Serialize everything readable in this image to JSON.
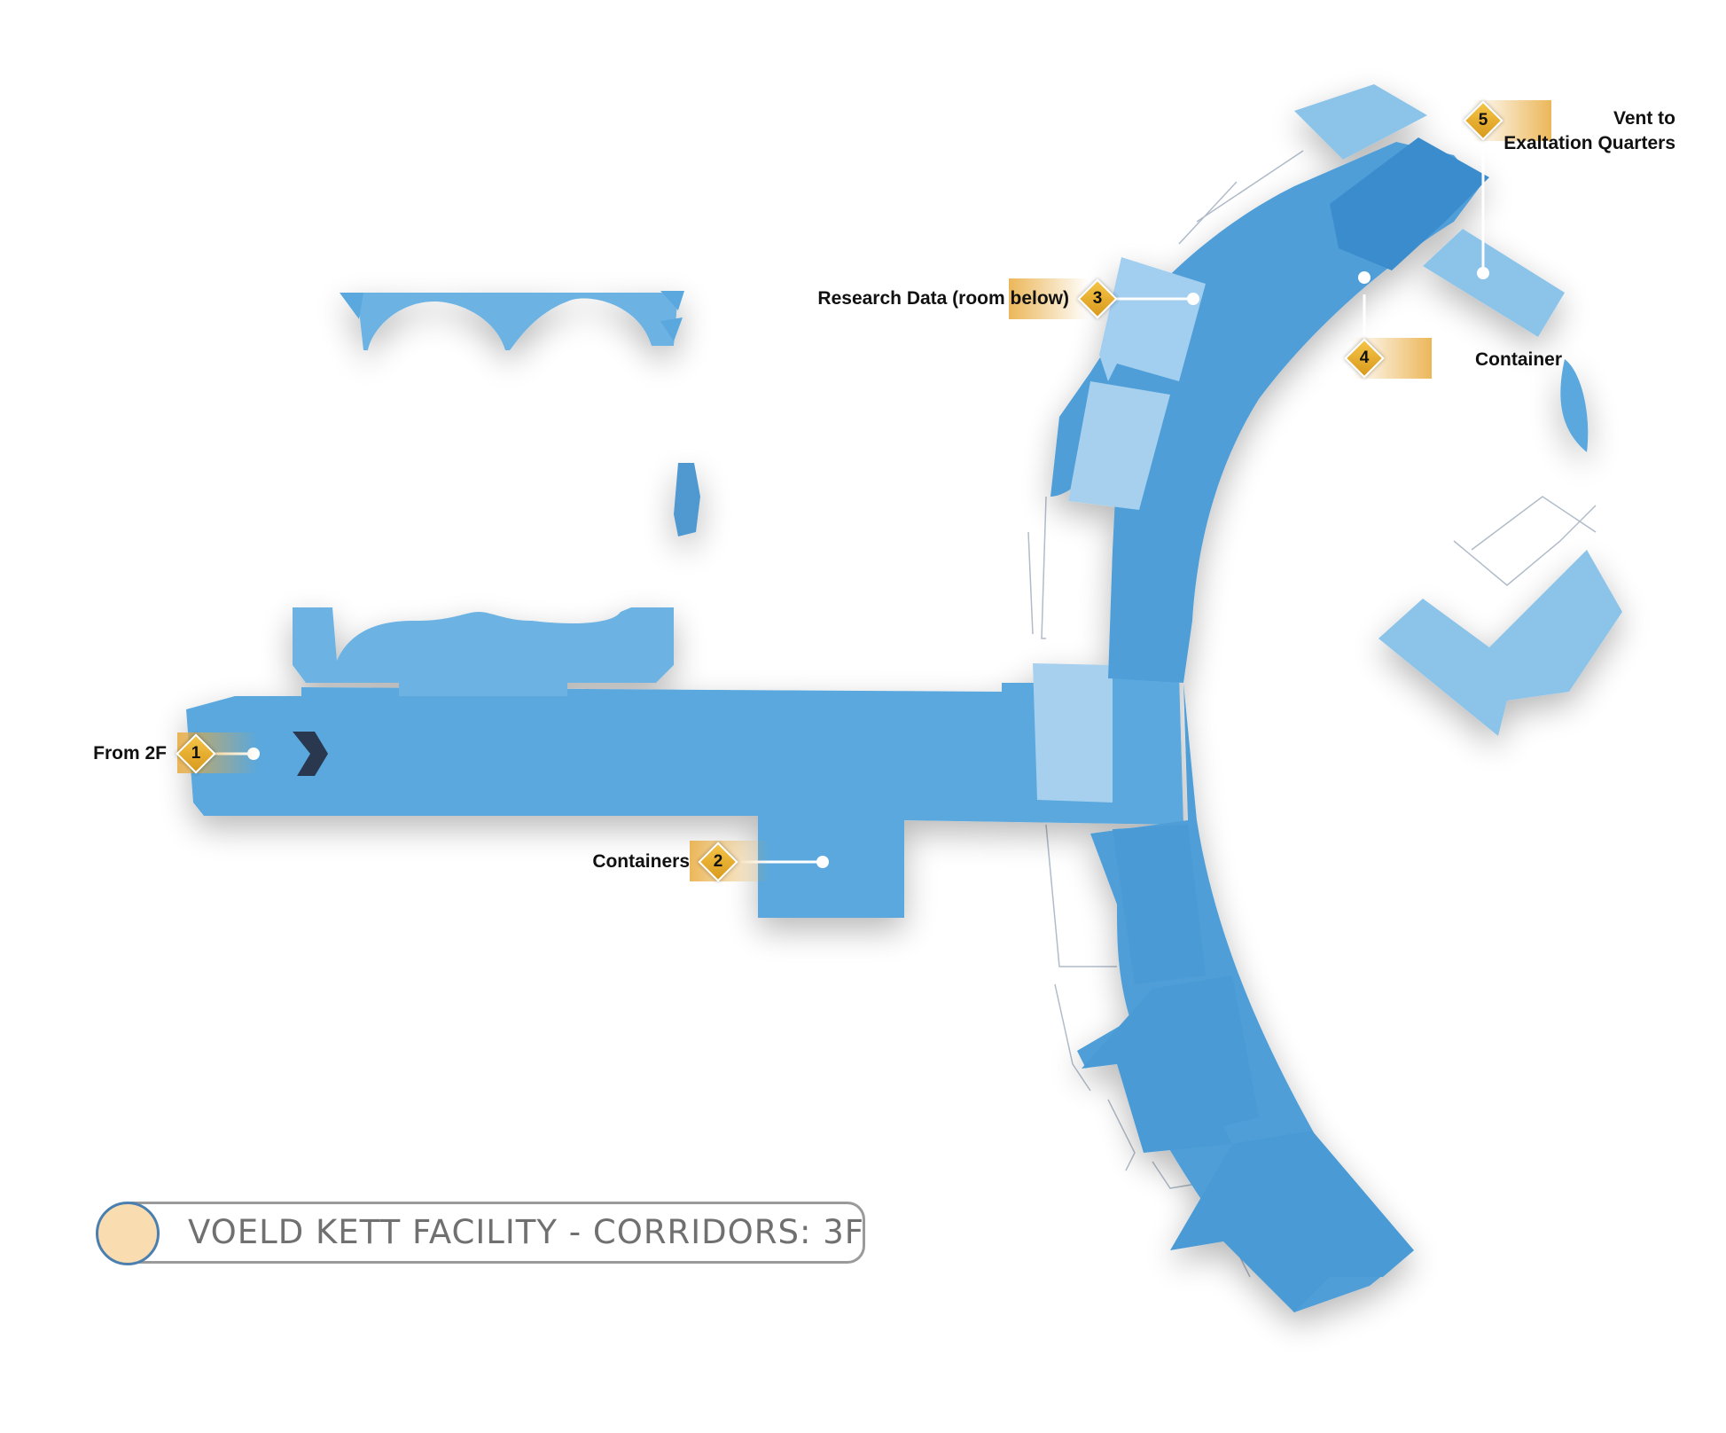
{
  "map": {
    "title": "VOELD KETT FACILITY - CORRIDORS: 3F",
    "colors": {
      "floor": "#5aa8dd",
      "floor_dark": "#3f8fcc",
      "floor_light": "#8cc3e8",
      "marker": "#e8a93a",
      "title_circle": "#f9ddb0"
    },
    "markers": [
      {
        "num": "1",
        "label": "From 2F"
      },
      {
        "num": "2",
        "label": "Containers"
      },
      {
        "num": "3",
        "label": "Research Data (room below)"
      },
      {
        "num": "4",
        "label": "Container"
      },
      {
        "num": "5",
        "label": "Vent to",
        "label2": "Exaltation Quarters"
      }
    ]
  }
}
